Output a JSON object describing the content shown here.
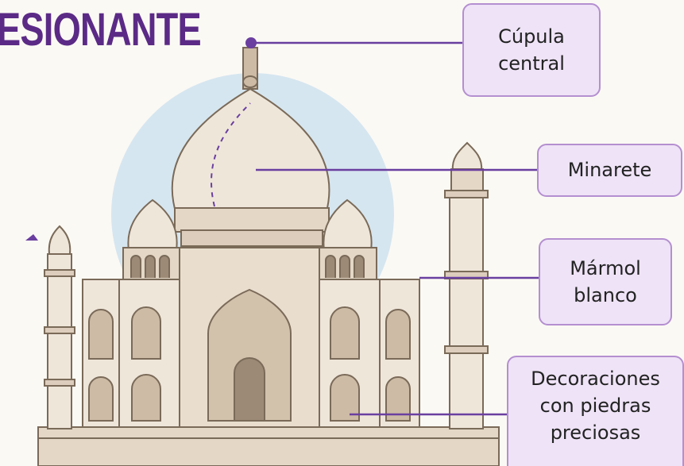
{
  "title": "ESIONANTE",
  "colors": {
    "accent": "#5b2a86",
    "leader_line": "#6a3fa0",
    "label_bg": "#efe3f7",
    "label_border": "#b48fd0",
    "marble": "#efe6da",
    "marble_shade": "#dccdbc",
    "sky_halo": "#d6e6f0",
    "outline": "#7a6a58"
  },
  "labels": {
    "cupula": {
      "lines": [
        "Cúpula",
        "central"
      ]
    },
    "minarete": {
      "lines": [
        "Minarete"
      ]
    },
    "marmol": {
      "lines": [
        "Mármol",
        "blanco"
      ]
    },
    "decoraciones": {
      "lines": [
        "Decoraciones",
        "con piedras",
        "preciosas"
      ]
    }
  }
}
